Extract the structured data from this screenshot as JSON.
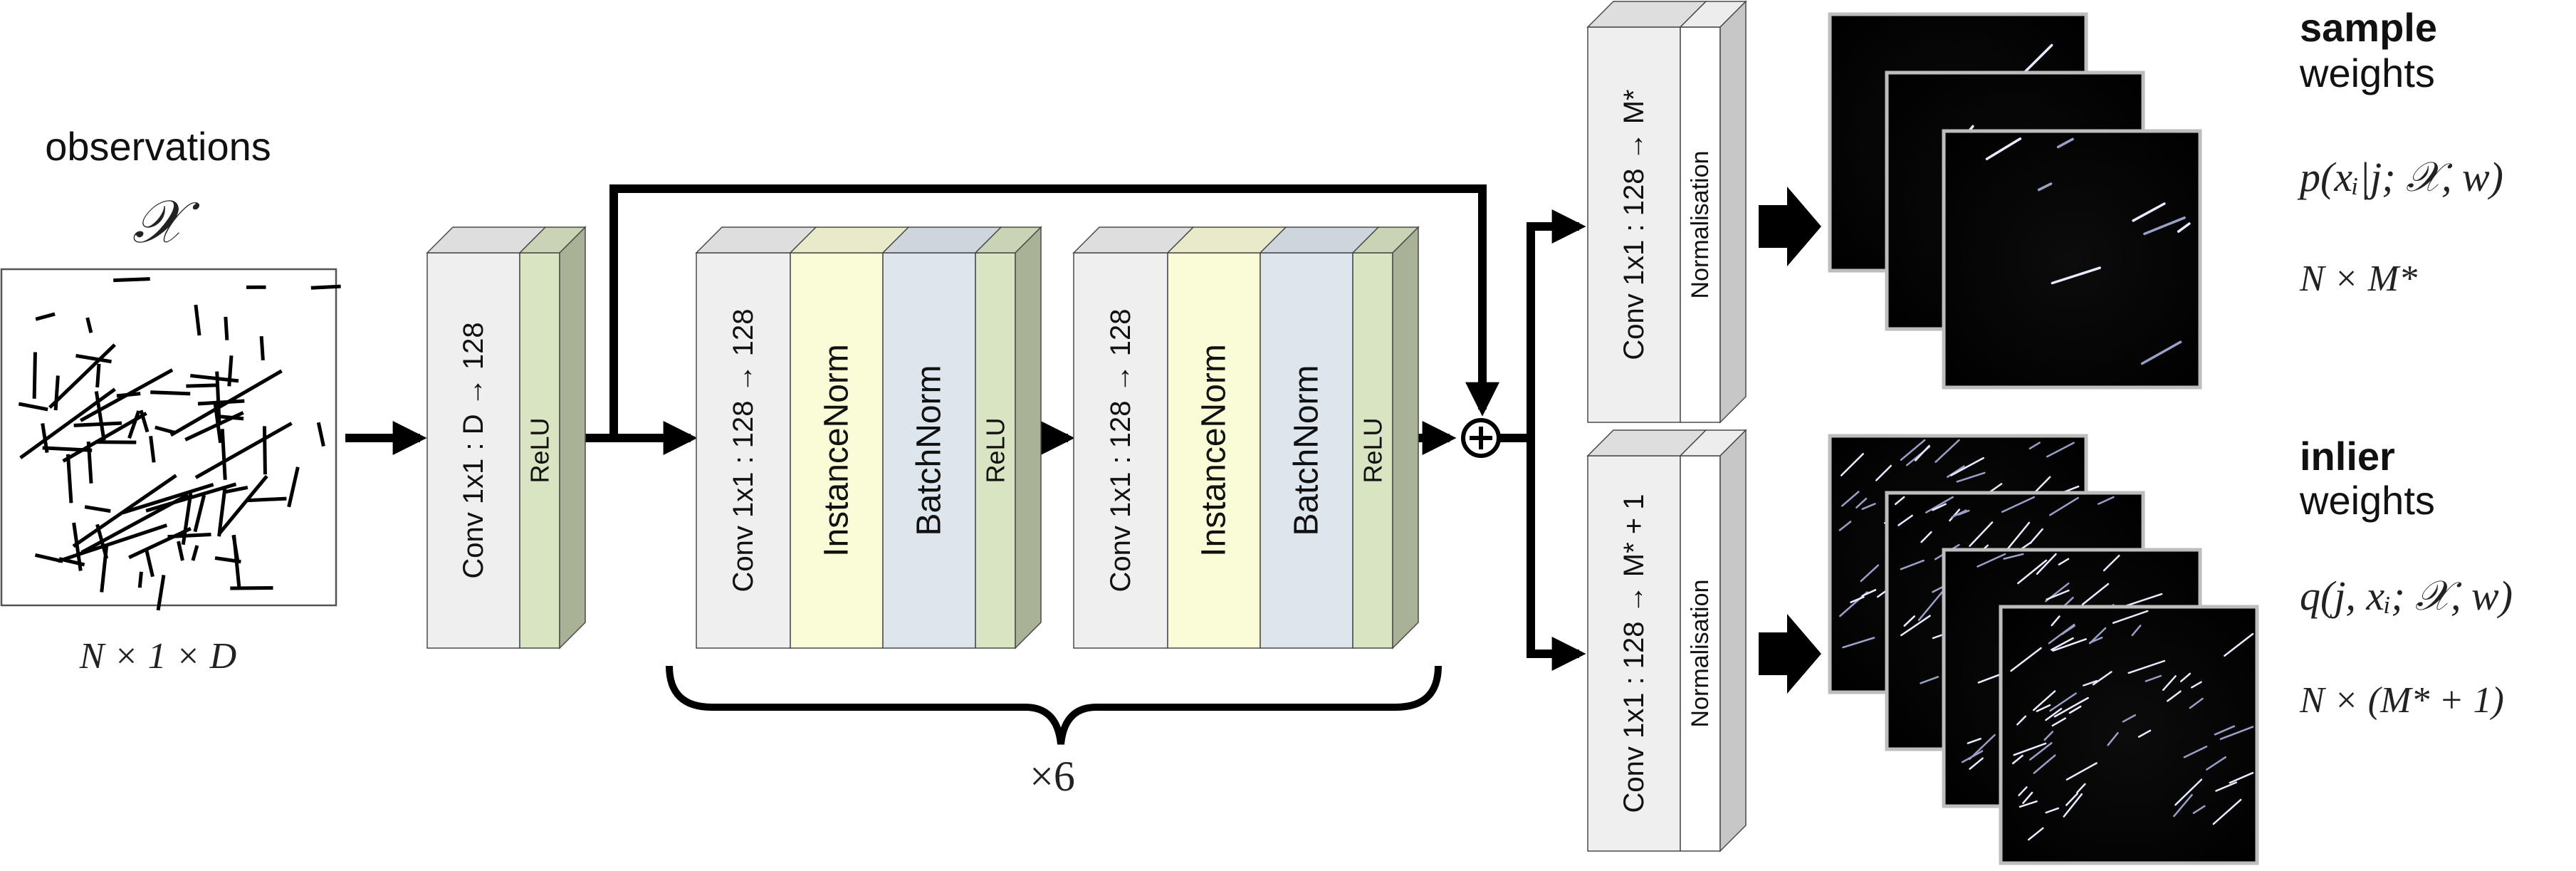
{
  "colors": {
    "conv": "#efefef",
    "relu": "#d9e4c2",
    "instancenorm": "#fafcd8",
    "batchnorm": "#dde5ed",
    "normalisation": "#ffffff",
    "arrow": "#000000"
  },
  "observations": {
    "label": "observations",
    "symbol": "𝒳",
    "dims": "N × 1 × D"
  },
  "blocks": {
    "first": {
      "conv": "Conv 1x1 : D → 128",
      "relu": "ReLU"
    },
    "res1": {
      "conv": "Conv 1x1 : 128 → 128",
      "instancenorm": "InstanceNorm",
      "batchnorm": "BatchNorm",
      "relu": "ReLU"
    },
    "res2": {
      "conv": "Conv 1x1 : 128 → 128",
      "instancenorm": "InstanceNorm",
      "batchnorm": "BatchNorm",
      "relu": "ReLU"
    },
    "repeat": "×6",
    "sample_head": {
      "conv": "Conv 1x1 : 128 → M*",
      "norm": "Normalisation"
    },
    "inlier_head": {
      "conv": "Conv 1x1 : 128 → M* + 1",
      "norm": "Normalisation"
    }
  },
  "outputs": {
    "sample": {
      "title_bold": "sample",
      "title": "weights",
      "formula": "p(xᵢ|j; 𝒳, w)",
      "dims": "N × M*"
    },
    "inlier": {
      "title_bold": "inlier",
      "title": "weights",
      "formula": "q(j, xᵢ; 𝒳, w)",
      "dims": "N × (M* + 1)"
    }
  },
  "plus_icon": "plus-circle-icon"
}
